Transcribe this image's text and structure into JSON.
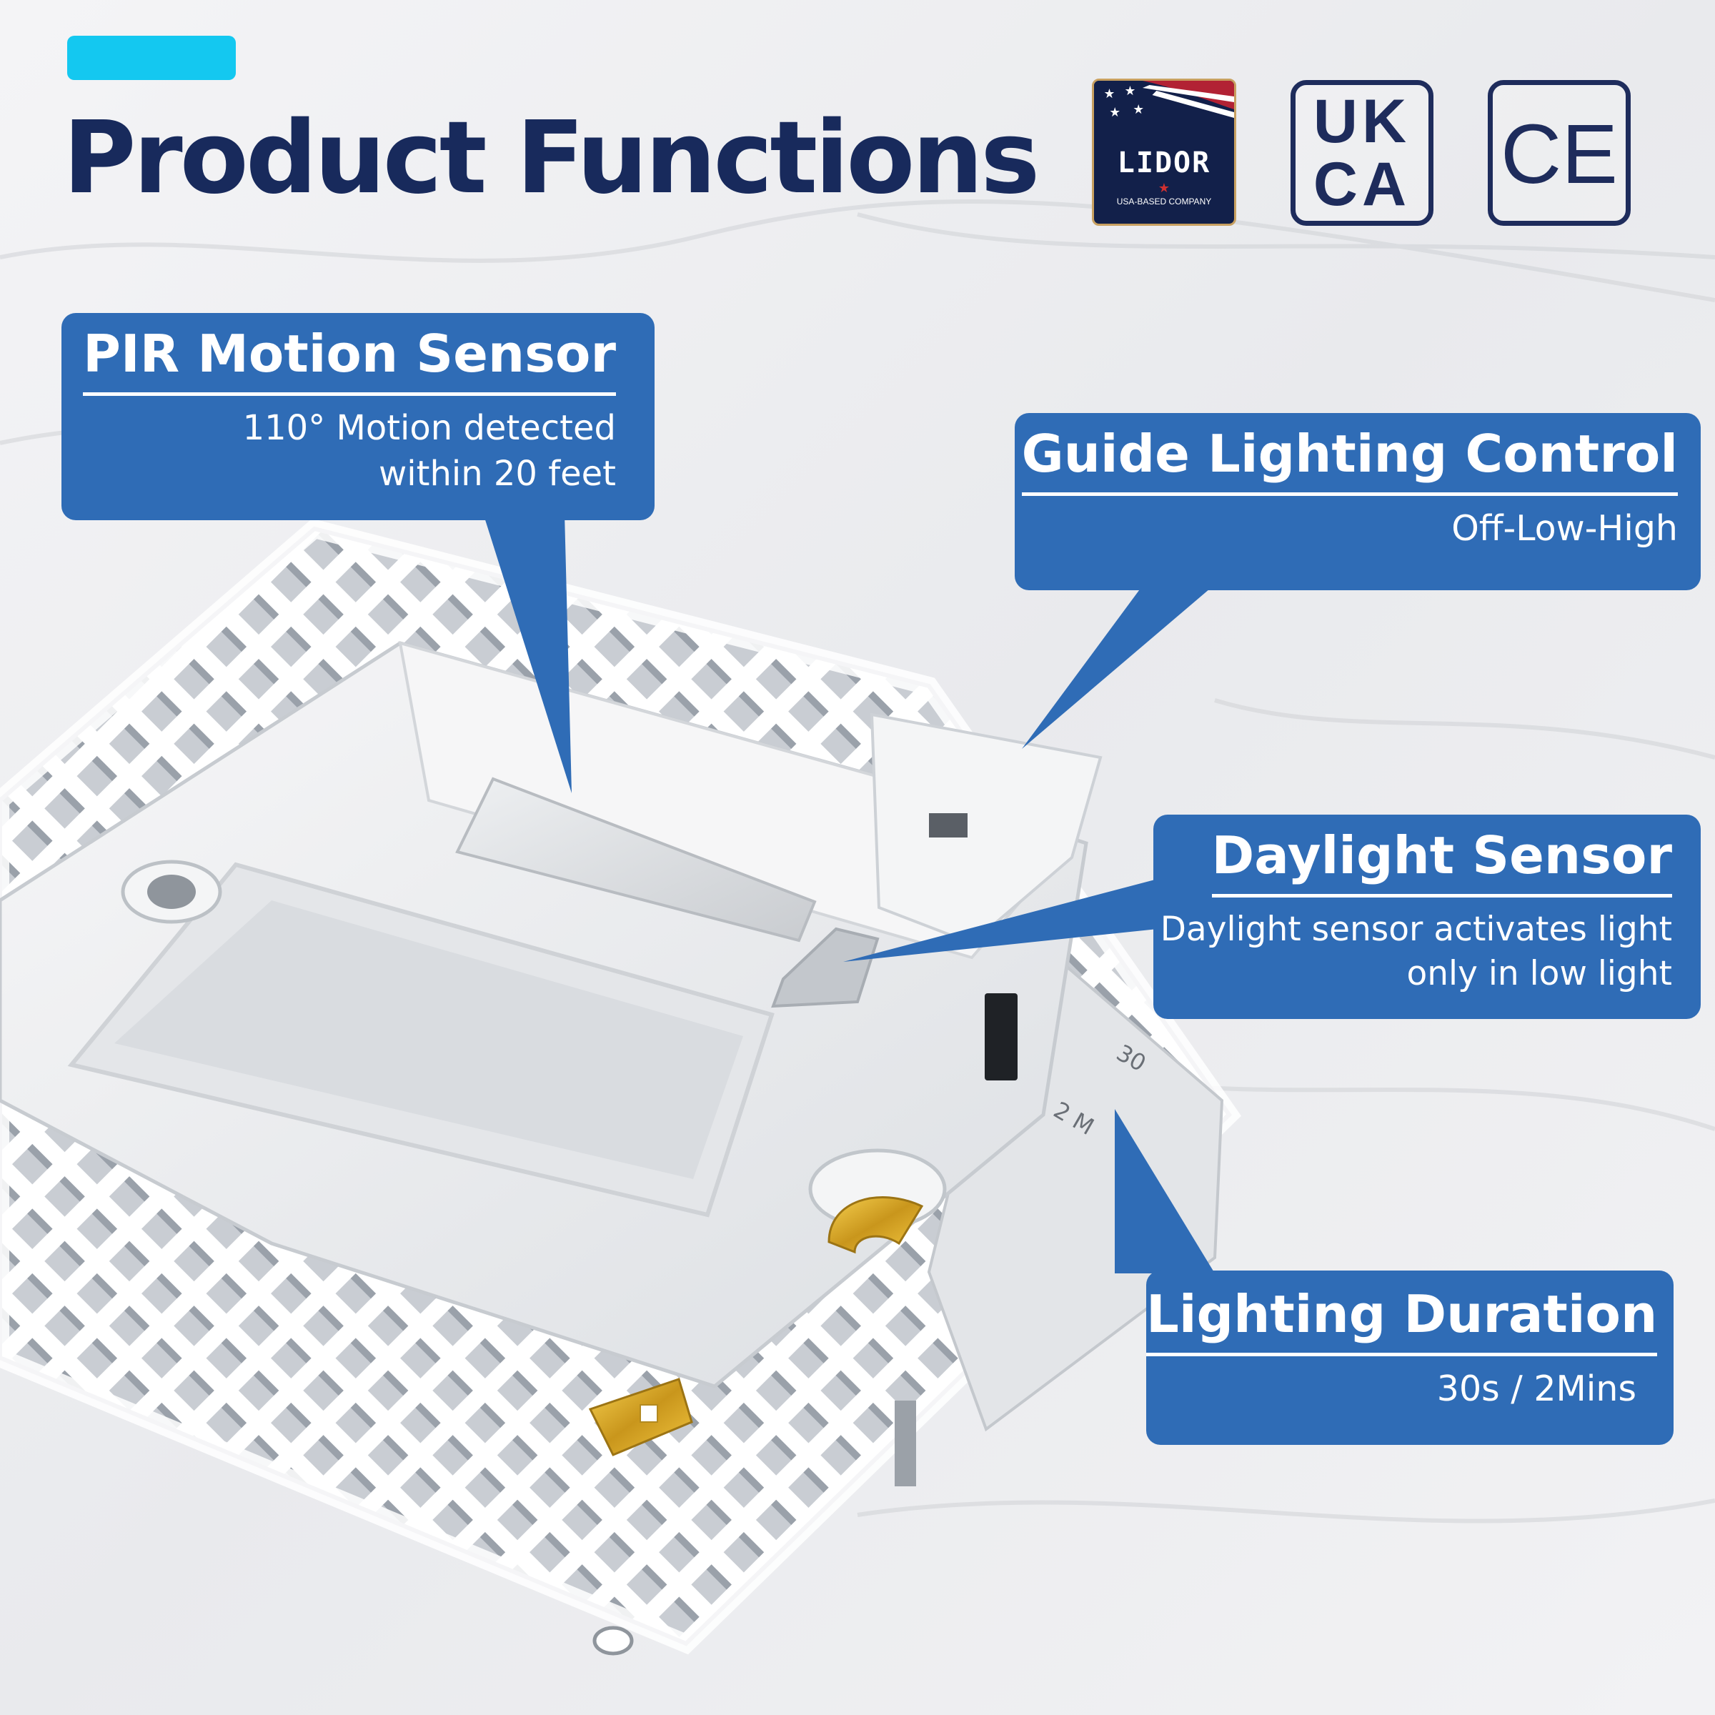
{
  "page": {
    "title": "Product Functions",
    "accent_color": "#14c8f0",
    "title_color": "#182a5c",
    "callout_color": "#2f6cb6"
  },
  "badges": {
    "lidor": {
      "icon": "lidor-flag-logo",
      "wordmark": "LIDOR",
      "tagline": "USA-BASED COMPANY"
    },
    "ukca": {
      "icon": "ukca-mark",
      "line1": "UK",
      "line2": "CA"
    },
    "ce": {
      "icon": "ce-mark",
      "text": "CE"
    }
  },
  "callouts": {
    "pir": {
      "title": "PIR Motion Sensor",
      "line1": "110° Motion detected",
      "line2": "within 20 feet"
    },
    "guide": {
      "title": "Guide Lighting Control",
      "line1": "Off-Low-High"
    },
    "daylight": {
      "title": "Daylight Sensor",
      "line1": "Daylight sensor activates light",
      "line2": "only in low light"
    },
    "duration": {
      "title": "Lighting Duration",
      "line1": "30s / 2Mins"
    }
  },
  "device": {
    "switch_labels": {
      "top": "30",
      "bottom": "2 M"
    }
  }
}
